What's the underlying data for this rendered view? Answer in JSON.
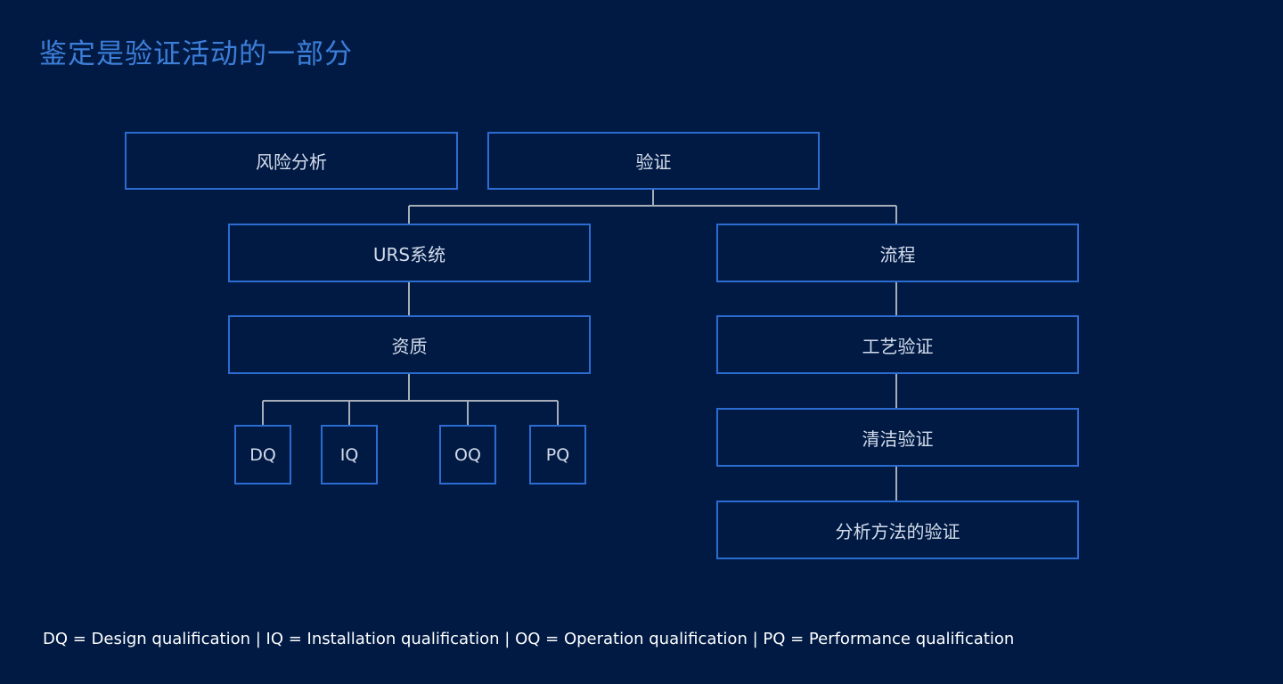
{
  "title": "鉴定是验证活动的一部分",
  "boxes": {
    "risk_analysis": "风险分析",
    "validation": "验证",
    "urs_system": "URS系统",
    "process": "流程",
    "qualification": "资质",
    "process_validation": "工艺验证",
    "cleaning_validation": "清洁验证",
    "analytical_method_validation": "分析方法的验证",
    "dq": "DQ",
    "iq": "IQ",
    "oq": "OQ",
    "pq": "PQ"
  },
  "footnote": "DQ = Design qualification | IQ = Installation qualification | OQ = Operation qualification | PQ = Performance qualification",
  "colors": {
    "background": "#001a44",
    "box_border": "#2c6cd1",
    "title": "#3d7ed8",
    "connector": "#a7adb8",
    "box_text": "#d4dceb"
  }
}
